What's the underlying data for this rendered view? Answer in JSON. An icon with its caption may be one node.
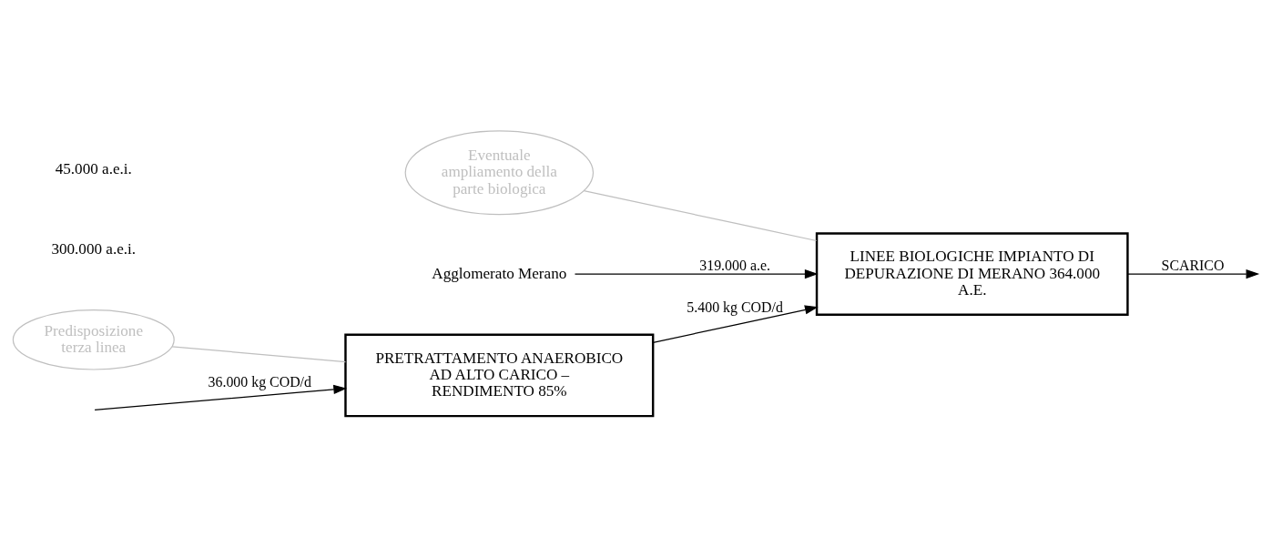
{
  "diagram": {
    "nodes": [
      {
        "text": [
          "PRETRATTAMENTO ANAEROBICO AD ALTO CARICO – RENDIMENTO 85%"
        ]
      },
      {
        "text": [
          "Predisposizione terza linea"
        ]
      },
      {
        "text": [
          "Eventuale ampliamento della parte biologica"
        ]
      },
      {
        "text": [
          "Agglomerato Merano"
        ]
      },
      {
        "text": [
          "LINEE BIOLOGICHE IMPIANTO DI DEPURAZIONE DI MERANO 364.000 A.E."
        ]
      }
    ],
    "edges": [
      {
        "from": null,
        "to": 0,
        "arrow": "to",
        "label": "36.000 kg COD/d"
      },
      {
        "from": 1,
        "to": 0,
        "arrow": "none",
        "color": "#bfbfbf"
      },
      {
        "from": 0,
        "to": 4,
        "arrow": "to",
        "label": "5.400 kg COD/d"
      },
      {
        "from": 2,
        "to": 4,
        "arrow": "none",
        "color": "#bfbfbf"
      },
      {
        "from": 3,
        "to": 4,
        "arrow": "to",
        "label": "319.000 a.e."
      },
      {
        "from": 4,
        "to": null,
        "arrow": "to",
        "label": "SCARICO"
      }
    ],
    "labels": [
      "300.000 a.e.i.",
      "45.000 a.e.i."
    ]
  }
}
